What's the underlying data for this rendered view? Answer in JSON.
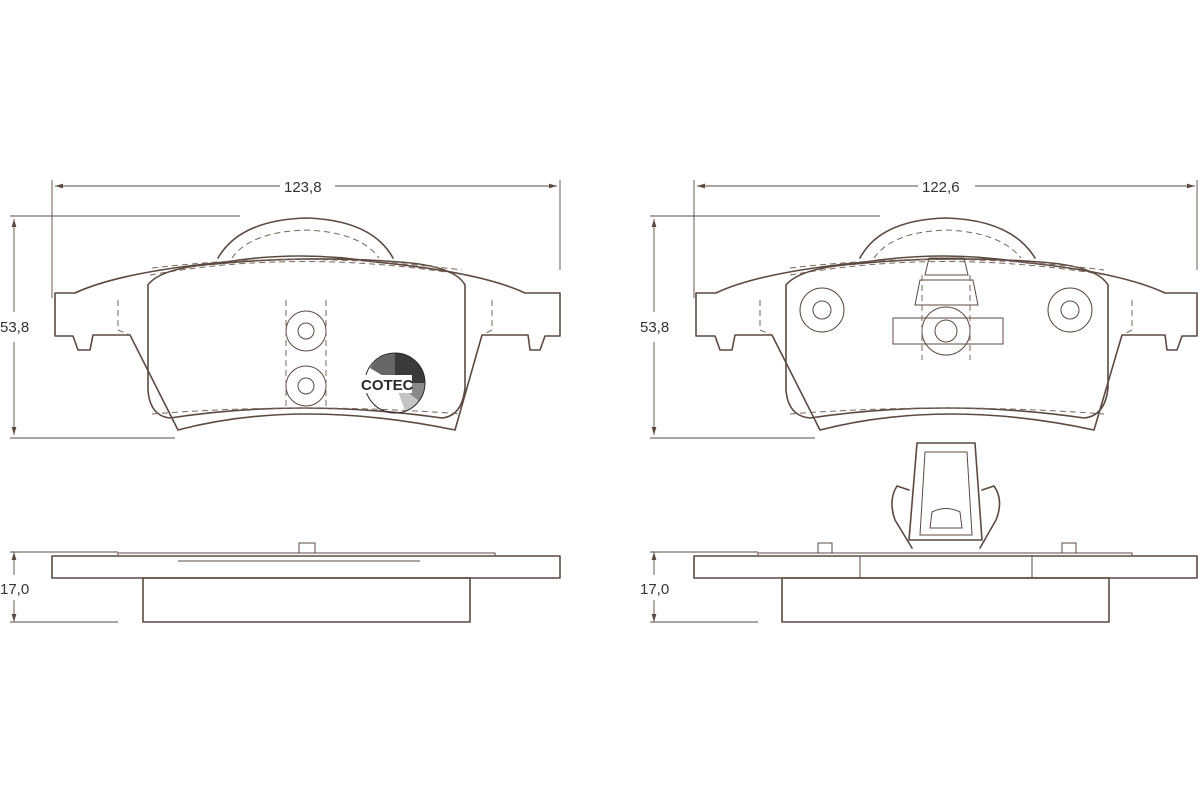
{
  "colors": {
    "pad_fill": "#f4aa8e",
    "outline": "#5c4a42",
    "background": "#ffffff"
  },
  "left_pad": {
    "width_label": "123,8",
    "height_label": "53,8",
    "thickness_label": "17,0",
    "logo_text": "COTEC"
  },
  "right_pad": {
    "width_label": "122,6",
    "height_label": "53,8",
    "thickness_label": "17,0"
  }
}
